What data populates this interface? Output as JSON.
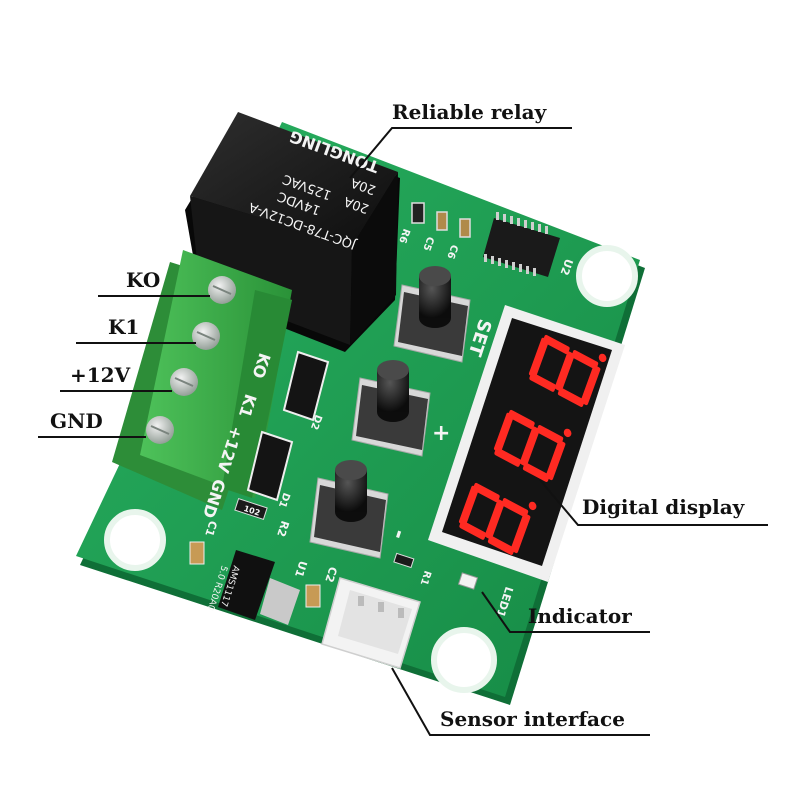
{
  "callouts": {
    "relay": "Reliable relay",
    "ko": "KO",
    "k1": "K1",
    "v12": "+12V",
    "gnd": "GND",
    "display": "Digital display",
    "indicator": "Indicator",
    "sensor": "Sensor interface"
  },
  "relay_markings": {
    "model": "JQC-T78-DC12V-A",
    "rating1": "14VDC",
    "rating2": "20A",
    "rating3": "125VAC",
    "rating4": "20A",
    "brand": "TONGLING"
  },
  "silkscreen": {
    "ko": "KO",
    "k1": "K1",
    "v12": "+12V",
    "gnd": "GND",
    "set": "SET",
    "plus": "+",
    "minus": "-",
    "r1": "R1",
    "r2": "R2",
    "r6": "R6",
    "c1": "C1",
    "c2": "C2",
    "c5": "C5",
    "c6": "C6",
    "d1": "D1",
    "d2": "D2",
    "u1": "U1",
    "u2": "U2",
    "led1": "LED1",
    "regulator": "AMS1117",
    "regulator2": "5.0 R20A0",
    "resistor": "102"
  },
  "colors": {
    "board": "#1f9e55",
    "terminal": "#3cae4a",
    "display_on": "#ff2a22",
    "relay": "#1c1c1c"
  }
}
